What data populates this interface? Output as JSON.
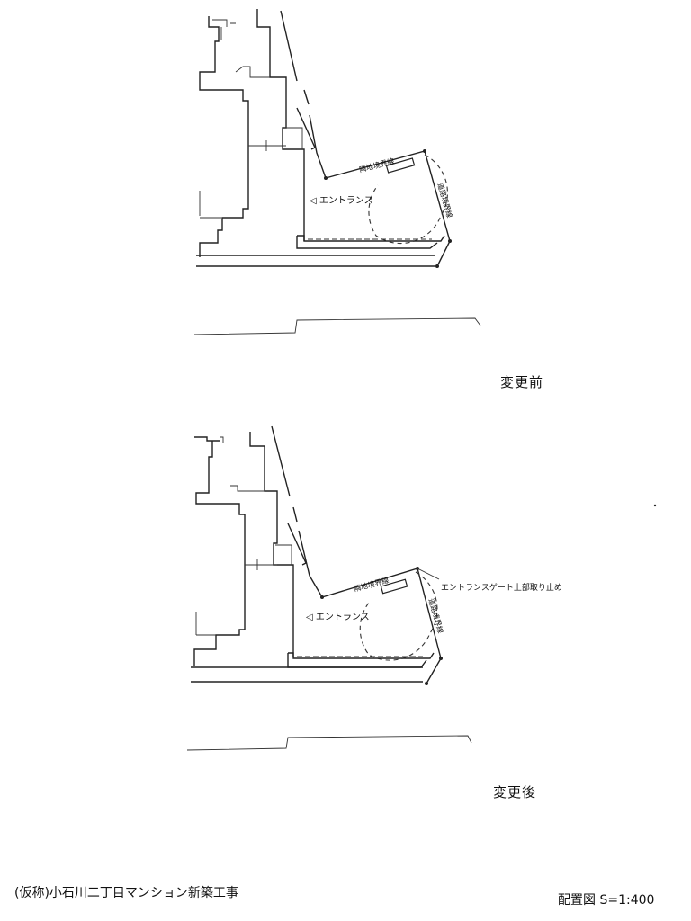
{
  "before": {
    "entrance_label": "◁ エントランス",
    "boundary_top": "隣地境界線",
    "boundary_right": "道路境界線",
    "caption": "変更前"
  },
  "after": {
    "entrance_label": "◁ エントランス",
    "boundary_top": "隣地境界線",
    "boundary_right": "道路境界線",
    "note": "エントランスゲート上部取り止め",
    "caption": "変更後"
  },
  "footer": {
    "project_title": "(仮称)小石川二丁目マンション新築工事",
    "drawing_title": "配置図 S=1:400"
  }
}
